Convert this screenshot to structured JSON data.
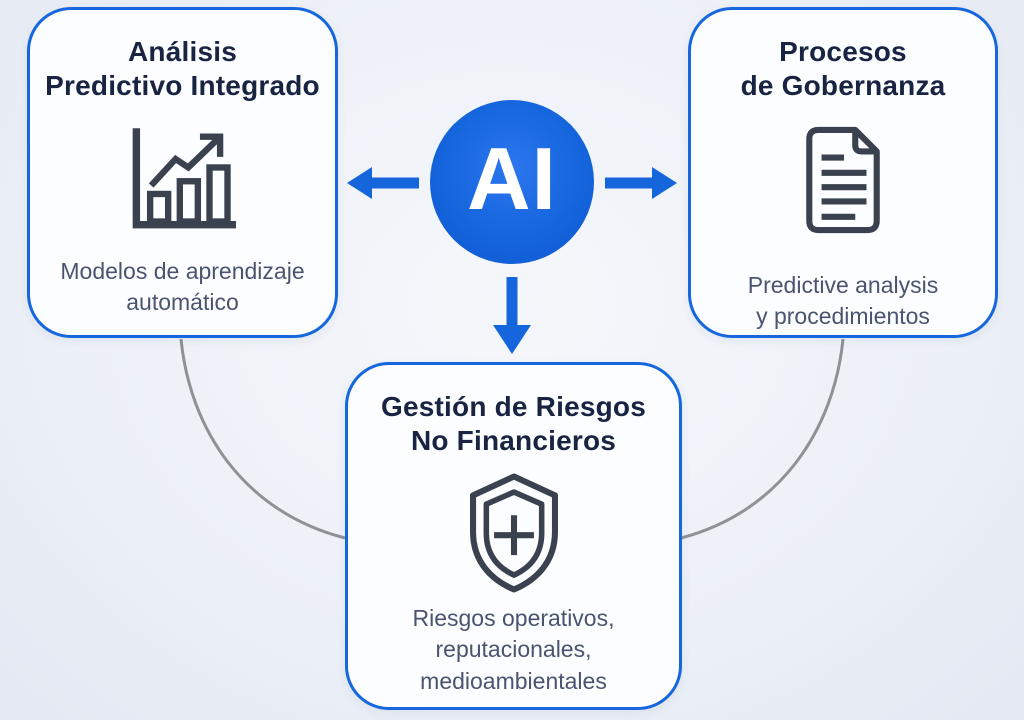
{
  "colors": {
    "accent_blue": "#1565dd",
    "circle_blue_center": "#2b76ee",
    "circle_blue_edge": "#0e57cf",
    "card_border": "#1667de",
    "card_bg": "#fcfdff",
    "title_navy": "#192342",
    "subtitle_slate": "#4a5470",
    "icon_stroke": "#3b424f",
    "connector_gray": "#8f9196",
    "bg_top": "#f5f7fb",
    "bg_bottom": "#e3e8f2"
  },
  "center": {
    "label": "AI"
  },
  "cards": [
    {
      "id": "predictive-analysis",
      "title": "Análisis\nPredictivo Integrado",
      "icon": "bar-chart-growth-icon",
      "subtitle": "Modelos de aprendizaje\nautomático"
    },
    {
      "id": "governance",
      "title": "Procesos\nde Gobernanza",
      "icon": "document-icon",
      "subtitle": "Predictive analysis\ny procedimientos"
    },
    {
      "id": "risk-management",
      "title": "Gestión de Riesgos\nNo Financieros",
      "icon": "shield-plus-icon",
      "subtitle": "Riesgos operativos,\nreputacionales,\nmedioambientales"
    }
  ]
}
